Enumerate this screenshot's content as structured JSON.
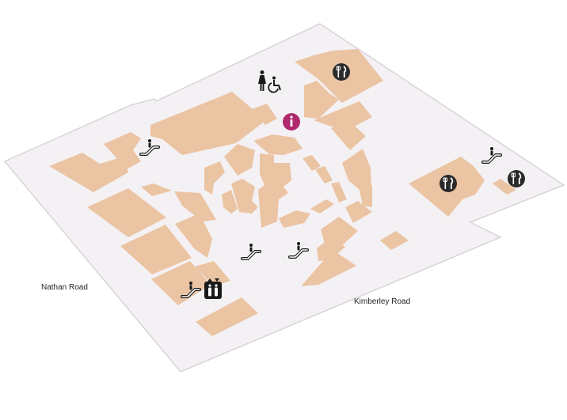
{
  "map": {
    "roads": {
      "west": "Nathan Road",
      "south": "Kimberley Road"
    },
    "colors": {
      "floor": "#f4f1f4",
      "floor_edge": "#d9d3d9",
      "shop": "#ebc4a3",
      "icon_dark": "#1a1a1a",
      "icon_circle": "#2a2a2a",
      "info": "#b0286e"
    },
    "amenities": [
      {
        "type": "escalator",
        "icon": "escalator-icon"
      },
      {
        "type": "escalator",
        "icon": "escalator-icon"
      },
      {
        "type": "escalator",
        "icon": "escalator-icon"
      },
      {
        "type": "escalator",
        "icon": "escalator-icon"
      },
      {
        "type": "escalator",
        "icon": "escalator-icon"
      },
      {
        "type": "lift",
        "icon": "lift-icon"
      },
      {
        "type": "restaurant",
        "icon": "restaurant-icon"
      },
      {
        "type": "restaurant",
        "icon": "restaurant-icon"
      },
      {
        "type": "restaurant",
        "icon": "restaurant-icon"
      },
      {
        "type": "toilet",
        "icon": "female-toilet-icon"
      },
      {
        "type": "accessible-toilet",
        "icon": "wheelchair-icon"
      },
      {
        "type": "information",
        "icon": "information-icon"
      }
    ]
  }
}
